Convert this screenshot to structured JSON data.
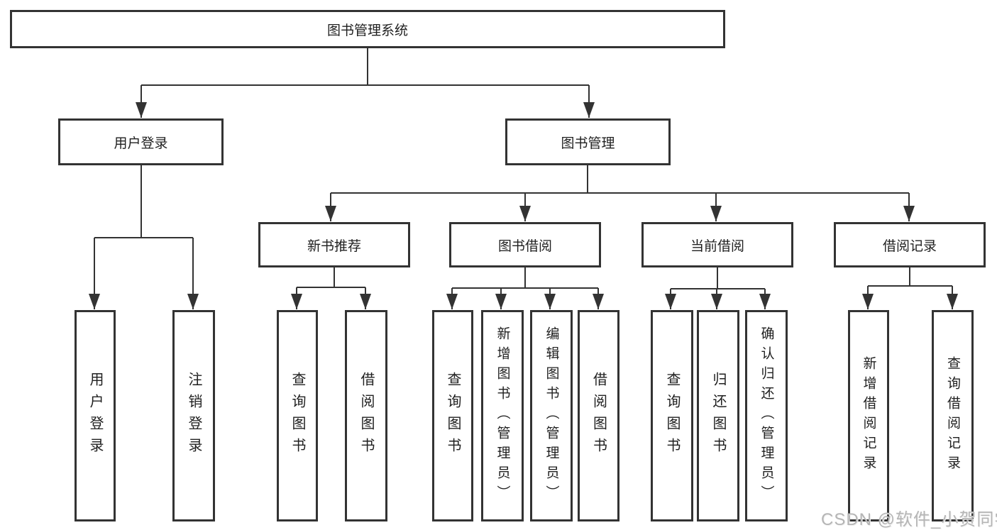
{
  "diagram": {
    "type": "hierarchy-tree",
    "tree": {
      "root": "图书管理系统",
      "login_branch": {
        "label": "用户登录",
        "leaves": [
          "用户登录",
          "注销登录"
        ]
      },
      "mgmt_branch": {
        "label": "图书管理",
        "groups": [
          {
            "label": "新书推荐",
            "leaves": [
              "查询图书",
              "借阅图书"
            ]
          },
          {
            "label": "图书借阅",
            "leaves": [
              "查询图书",
              "新增图书（管理员）",
              "编辑图书（管理员）",
              "借阅图书"
            ]
          },
          {
            "label": "当前借阅",
            "leaves": [
              "查询图书",
              "归还图书",
              "确认归还（管理员）"
            ]
          },
          {
            "label": "借阅记录",
            "leaves": [
              "新增借阅记录",
              "查询借阅记录"
            ]
          }
        ]
      }
    }
  },
  "watermark": "CSDN @软件_小贺同学",
  "colors": {
    "background": "#ffffff",
    "line": "#333333",
    "box_border": "#333333",
    "text": "#1f1f1f",
    "watermark": "#b5b5b5"
  }
}
